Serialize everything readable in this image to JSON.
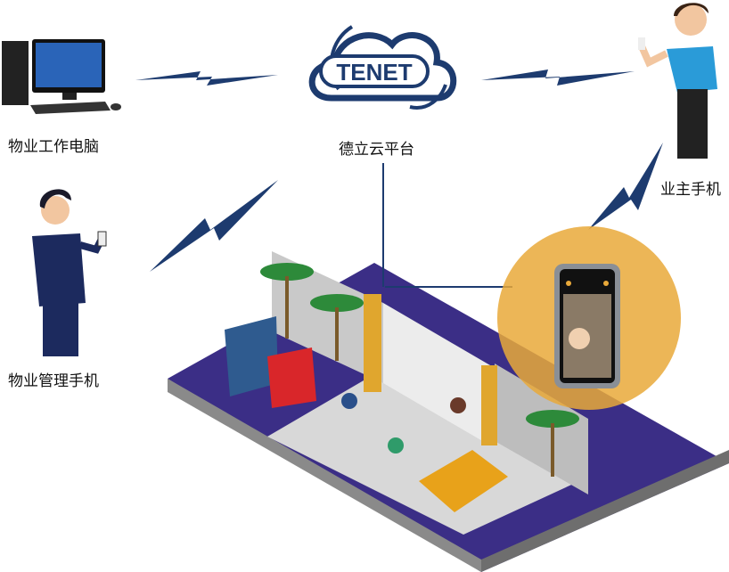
{
  "cloud": {
    "logo_text": "TENET",
    "label": "德立云平台"
  },
  "nodes": {
    "property_pc": "物业工作电脑",
    "owner_phone": "业主手机",
    "property_phone": "物业管理手机"
  },
  "colors": {
    "signal": "#1d3b6f",
    "ground": "#3b2e86",
    "highlight": "#e9a93a",
    "logo": "#1d3b6f"
  }
}
